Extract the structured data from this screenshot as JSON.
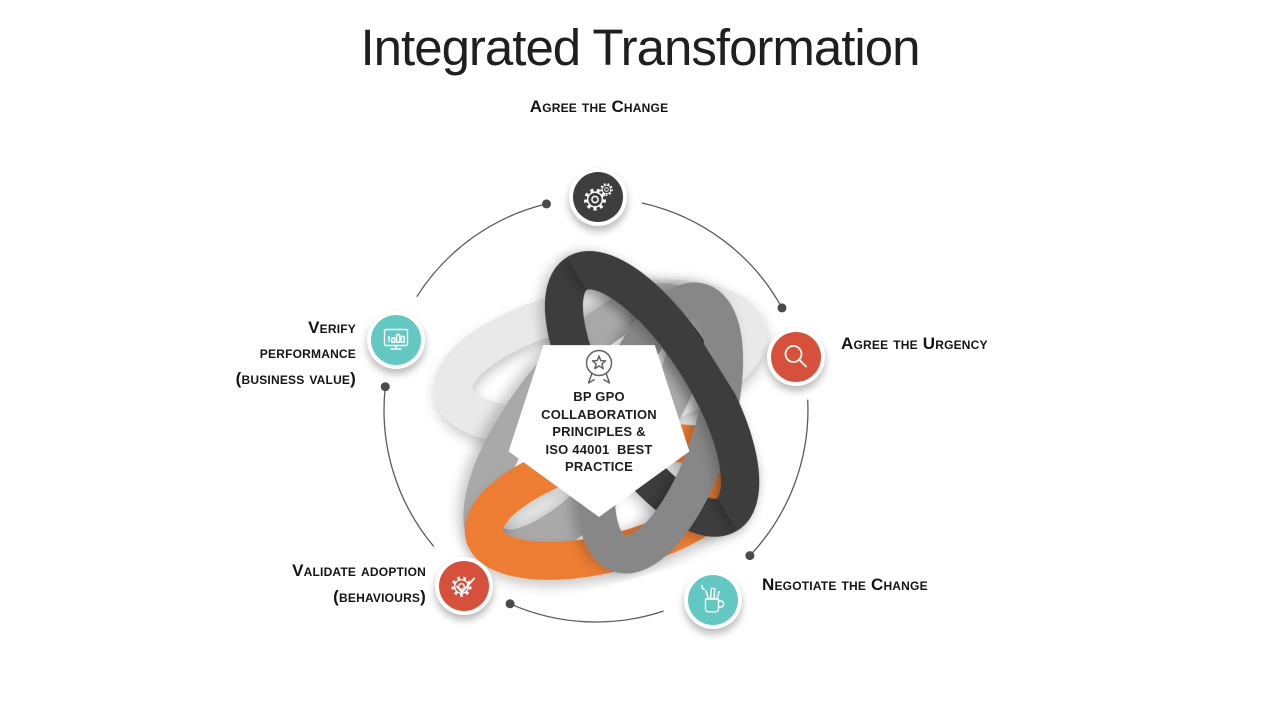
{
  "title": "Integrated Transformation",
  "connectors": {
    "arc_color": "#5B5B5B",
    "dot_color": "#4A4A4A"
  },
  "knot": {
    "rings": {
      "light_gray": "#E9E9E9",
      "medium_gray": "#A9A9A9",
      "orange": "#ED7D31",
      "dark_gray": "#3E3E3E",
      "slate_gray": "#878787"
    },
    "center_fill": "#FFFFFF"
  },
  "center_badge": {
    "icon": "award-icon",
    "lines": [
      "BP GPO",
      "COLLABORATION",
      "PRINCIPLES &",
      "ISO 44001  BEST",
      "PRACTICE"
    ]
  },
  "nodes": [
    {
      "id": "agree-the-change",
      "icon": "gears-icon",
      "circle_color": "#3E3E3E",
      "lines": [
        "Agree the Change"
      ]
    },
    {
      "id": "agree-the-urgency",
      "icon": "magnifier-icon",
      "circle_color": "#D6503C",
      "lines": [
        "Agree the Urgency"
      ]
    },
    {
      "id": "negotiate-the-change",
      "icon": "pencil-cup-icon",
      "circle_color": "#63C8C2",
      "lines": [
        "Negotiate the Change"
      ]
    },
    {
      "id": "validate-adoption",
      "icon": "gear-check-icon",
      "circle_color": "#D6503C",
      "lines": [
        "Validate adoption",
        "(behaviours)"
      ]
    },
    {
      "id": "verify-performance",
      "icon": "monitor-chart-icon",
      "circle_color": "#63C8C2",
      "lines": [
        "Verify",
        "performance",
        "(business value)"
      ]
    }
  ]
}
